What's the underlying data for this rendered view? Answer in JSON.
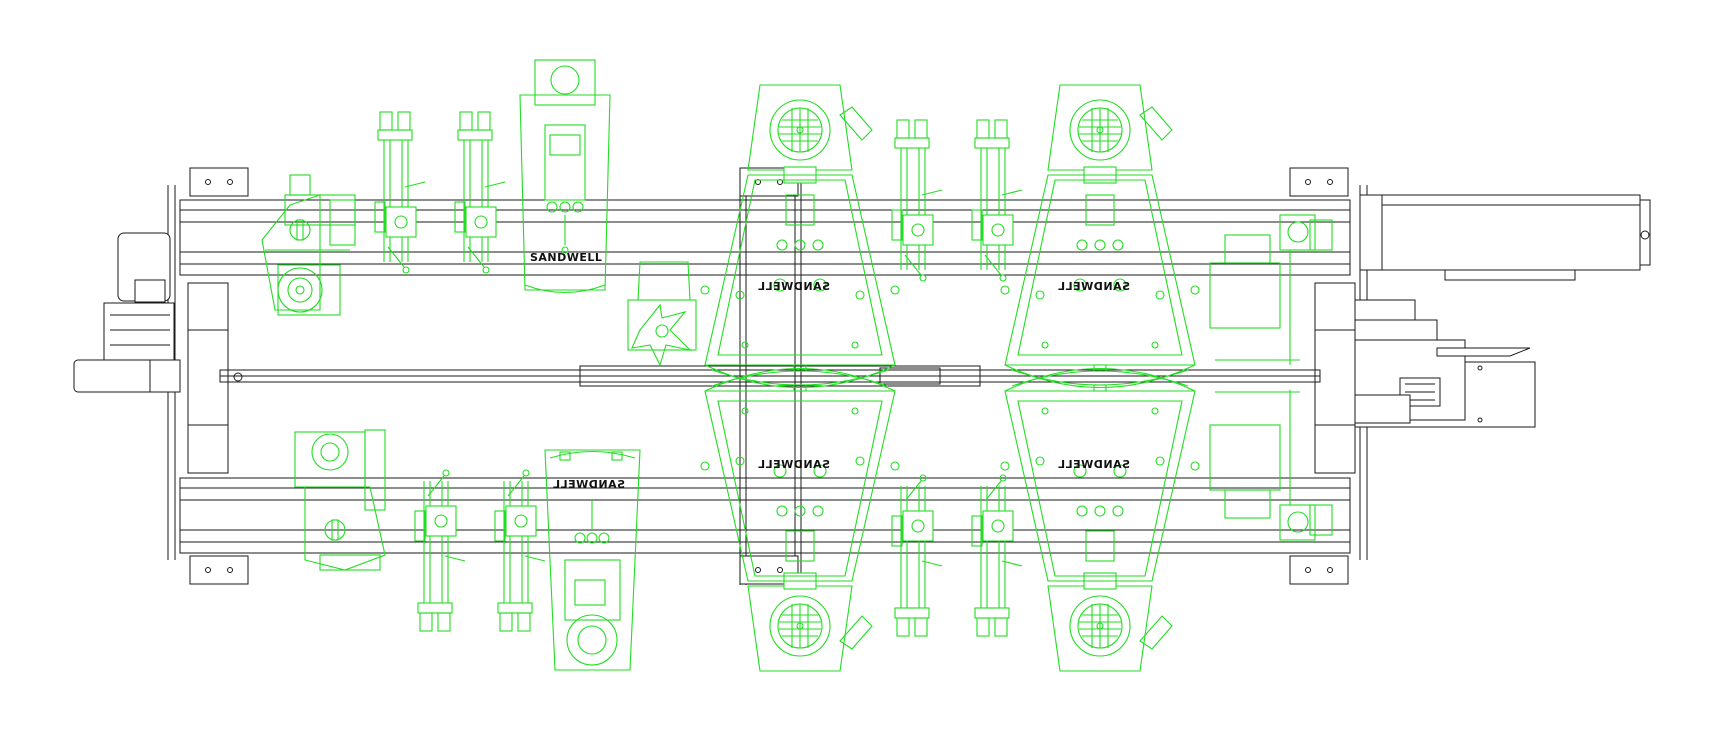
{
  "drawing": {
    "brand_top": "SANDWELL",
    "brand_bottom": "SANDWELL",
    "brand_head_mirrored": "SANDWELL"
  },
  "colors": {
    "machine_frame": "#1a1a1a",
    "sanding_units": "#22dd22",
    "background": "#ffffff"
  },
  "icons": [
    "motor-fan-icon",
    "cutter-head-icon",
    "pulley-icon",
    "mounting-foot-icon"
  ]
}
